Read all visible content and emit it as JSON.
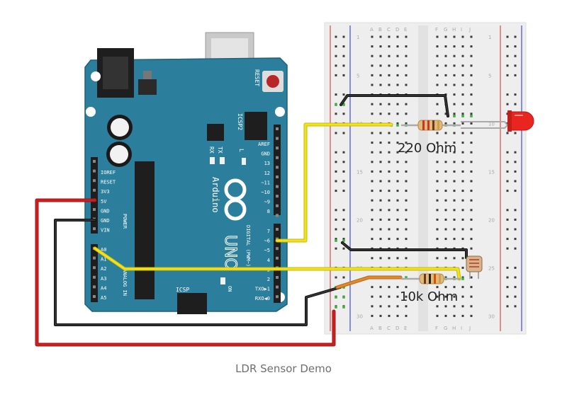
{
  "caption": "LDR Sensor Demo",
  "labels": {
    "r1": "220 Ohm",
    "r2": "10k Ohm"
  },
  "arduino": {
    "brand": "Arduino",
    "model": "UNO",
    "reset": "RESET",
    "icsp": "ICSP",
    "icsp2": "ICSP2",
    "on": "ON",
    "tx": "TX",
    "rx": "RX",
    "l": "L",
    "power": "POWER",
    "analog_in": "ANALOG IN",
    "digital": "DIGITAL (PWM~)",
    "power_pins": [
      "IOREF",
      "RESET",
      "3V3",
      "5V",
      "GND",
      "GND",
      "VIN"
    ],
    "analog_pins": [
      "A0",
      "A1",
      "A2",
      "A3",
      "A4",
      "A5"
    ],
    "digital_pins_top": [
      "AREF",
      "GND",
      "13",
      "12",
      "~11",
      "~10",
      "~9",
      "8"
    ],
    "digital_pins_bottom": [
      "7",
      "~6",
      "~5",
      "4",
      "~3",
      "2",
      "TXO▶1",
      "RXO◀0"
    ]
  },
  "breadboard": {
    "columns": [
      "A",
      "B",
      "C",
      "D",
      "E",
      "F",
      "G",
      "H",
      "I",
      "J"
    ],
    "row_numbers": [
      "1",
      "5",
      "10",
      "15",
      "20",
      "25",
      "30"
    ]
  },
  "colors": {
    "board": "#2b7f9c",
    "wire_red": "#cc1f1f",
    "wire_black": "#222222",
    "wire_yellow": "#f2e21a",
    "wire_orange": "#e08a2a",
    "led": "#e8261f",
    "breadboard": "#eeeeee",
    "rail_red": "#d94a4a",
    "rail_blue": "#3d4ed0"
  }
}
